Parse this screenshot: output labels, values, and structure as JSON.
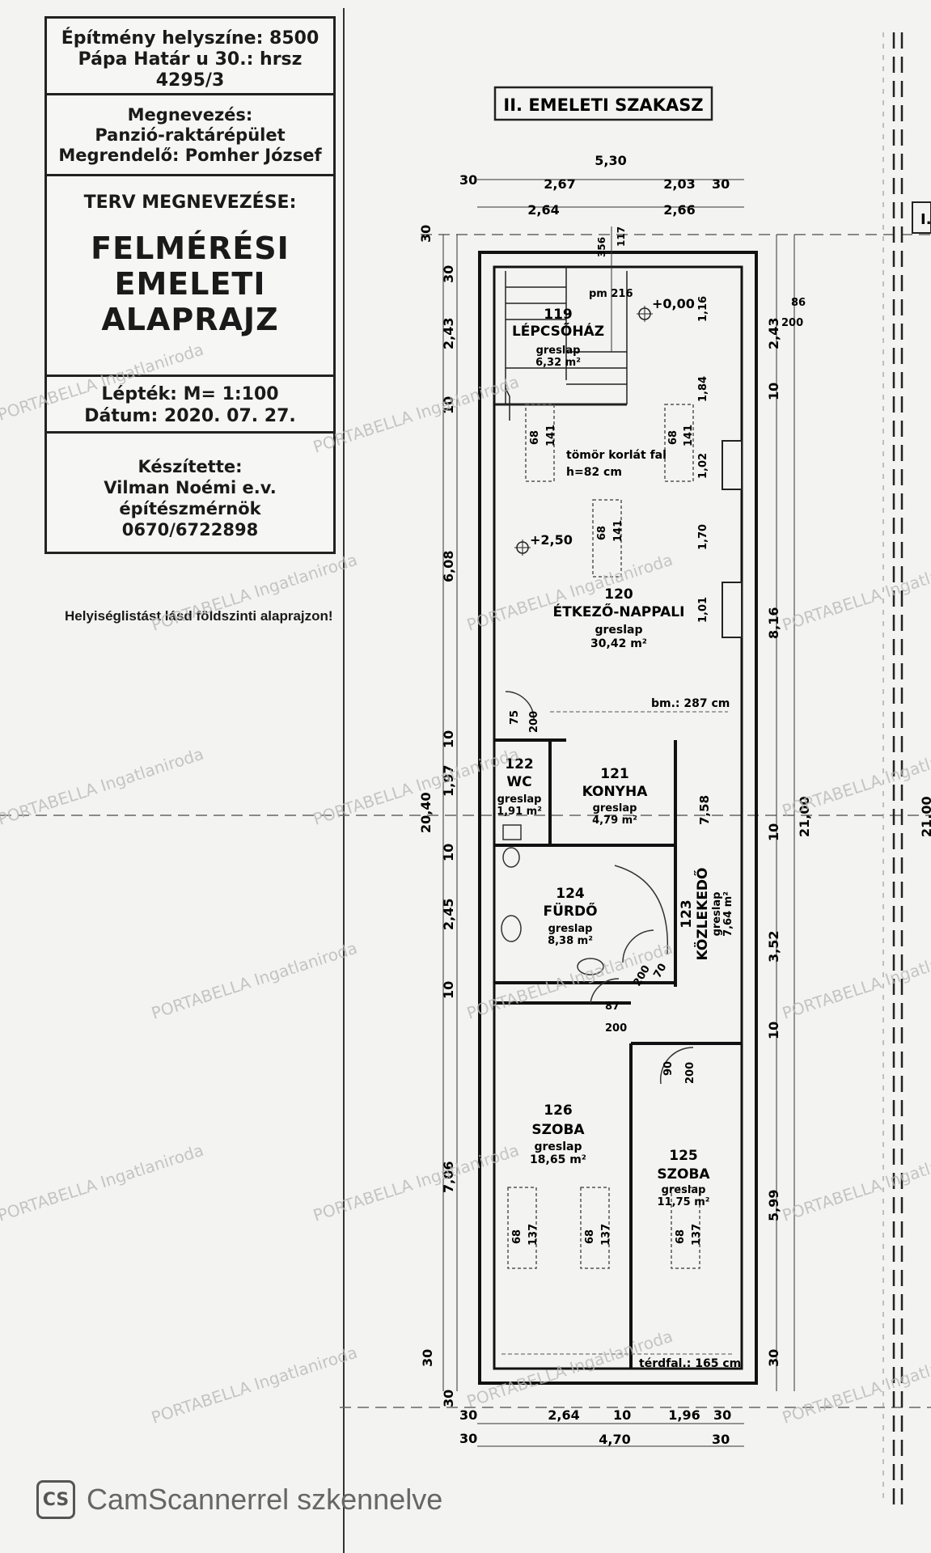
{
  "title_block": {
    "location_line1": "Építmény helyszíne: 8500",
    "location_line2": "Pápa Határ u 30.: hrsz 4295/3",
    "name_label": "Megnevezés:",
    "name_value": "Panzió-raktárépület",
    "client": "Megrendelő: Pomher József",
    "plan_label": "TERV MEGNEVEZÉSE:",
    "plan_line1": "FELMÉRÉSI",
    "plan_line2": "EMELETI",
    "plan_line3": "ALAPRAJZ",
    "scale": "Lépték: M= 1:100",
    "date": "Dátum: 2020. 07. 27.",
    "author_label": "Készítette:",
    "author_name": "Vilman Noémi e.v.",
    "author_title": "építészmérnök",
    "author_phone": "0670/6722898"
  },
  "note": "Helyiséglistást lásd földszinti alaprajzon!",
  "section_title": "II. EMELETI SZAKASZ",
  "side_label_fragment": "I.",
  "rooms": [
    {
      "num": "119",
      "name": "LÉPCSŐHÁZ",
      "floor": "greslap",
      "area": "6,32 m²"
    },
    {
      "num": "120",
      "name": "ÉTKEZŐ-NAPPALI",
      "floor": "greslap",
      "area": "30,42 m²"
    },
    {
      "num": "121",
      "name": "KONYHA",
      "floor": "greslap",
      "area": "4,79 m²"
    },
    {
      "num": "122",
      "name": "WC",
      "floor": "greslap",
      "area": "1,91 m²"
    },
    {
      "num": "123",
      "name": "KÖZLEKEDŐ",
      "floor": "greslap",
      "area": "7,64 m²"
    },
    {
      "num": "124",
      "name": "FÜRDŐ",
      "floor": "greslap",
      "area": "8,38 m²"
    },
    {
      "num": "125",
      "name": "SZOBA",
      "floor": "greslap",
      "area": "11,75 m²"
    },
    {
      "num": "126",
      "name": "SZOBA",
      "floor": "greslap",
      "area": "18,65 m²"
    }
  ],
  "annotations": {
    "pm": "pm 216",
    "level_top": "+0,00",
    "level_mid": "+2,50",
    "railing": "tömör korlát fal",
    "railing_h": "h=82 cm",
    "bm": "bm.: 287 cm",
    "terdfal": "térdfal.: 165 cm"
  },
  "dimensions": {
    "top_total": "5,30",
    "top_a": "2,67",
    "top_b": "2,03",
    "top_c": "2,64",
    "top_d": "2,66",
    "top_30a": "30",
    "top_30b": "30",
    "bottom_a": "2,64",
    "bottom_b": "1,96",
    "bottom_total": "4,70",
    "bottom_10": "10",
    "bottom_30a": "30",
    "bottom_30b": "30",
    "bottom_30c": "30",
    "bottom_30d": "30",
    "left_30a": "30",
    "left_30b": "30",
    "left_243": "2,43",
    "left_10a": "10",
    "left_608": "6,08",
    "left_10b": "10",
    "left_197": "1,97",
    "left_10c": "10",
    "left_245": "2,45",
    "left_10d": "10",
    "left_706": "7,06",
    "left_30c": "30",
    "left_30d": "30",
    "left_total": "20,40",
    "right_243": "2,43",
    "right_10a": "10",
    "right_816": "8,16",
    "right_10b": "10",
    "right_352": "3,52",
    "right_10c": "10",
    "right_599": "5,99",
    "right_30": "30",
    "right_total": "21,00",
    "far_right_total": "21,00",
    "stair_356": "356",
    "stair_117": "117",
    "win_116": "1,16",
    "win_184": "1,84",
    "win_102": "1,02",
    "win_170": "1,70",
    "win_101": "1,01",
    "win_86": "86",
    "win_200": "200",
    "kw_68": "68",
    "kw_141": "141",
    "kw_137": "137",
    "door_75": "75",
    "door_200": "200",
    "door_70": "70",
    "door_87": "87",
    "door_90": "90",
    "v_758": "7,58"
  },
  "watermark": "PORTABELLA Ingatlaniroda",
  "scanner": {
    "logo": "CS",
    "text": "CamScannerrel szkennelve"
  }
}
